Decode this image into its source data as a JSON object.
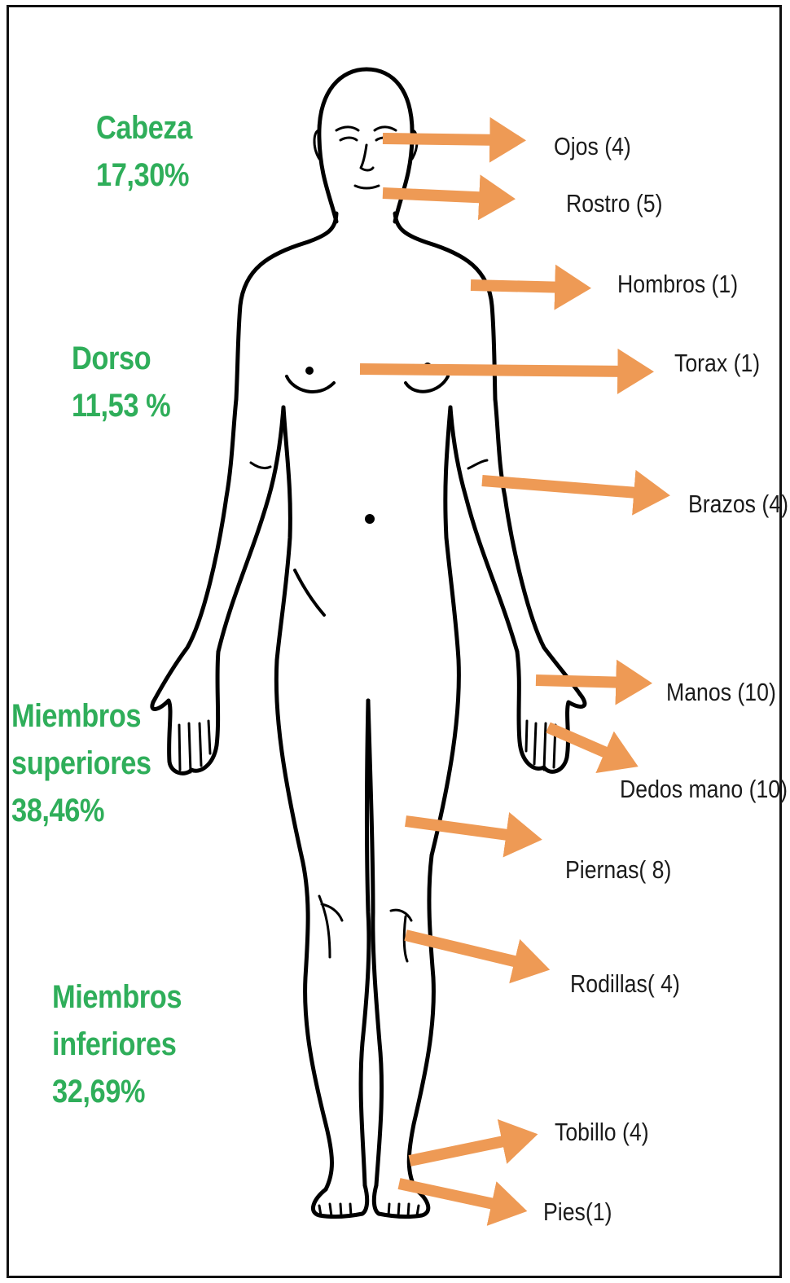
{
  "colors": {
    "region_text": "#2fae5a",
    "arrow": "#ee9a55",
    "outline": "#000000",
    "part_text": "#1b1b1b"
  },
  "regions": {
    "cabeza": {
      "name": "Cabeza",
      "value": "17,30%"
    },
    "dorso": {
      "name": "Dorso",
      "value": "11,53 %"
    },
    "miembros_superiores": {
      "name": "Miembros\nsuperiores",
      "value": "38,46%"
    },
    "miembros_inferiores": {
      "name": "Miembros\ninferiores",
      "value": "32,69%"
    }
  },
  "parts": {
    "ojos": "Ojos (4)",
    "rostro": "Rostro (5)",
    "hombros": "Hombros (1)",
    "torax": "Torax (1)",
    "brazos": "Brazos (4)",
    "manos": "Manos (10)",
    "dedos_mano": "Dedos mano (10)",
    "piernas": "Piernas( 8)",
    "rodillas": "Rodillas( 4)",
    "tobillo": "Tobillo (4)",
    "pies": "Pies(1)"
  }
}
